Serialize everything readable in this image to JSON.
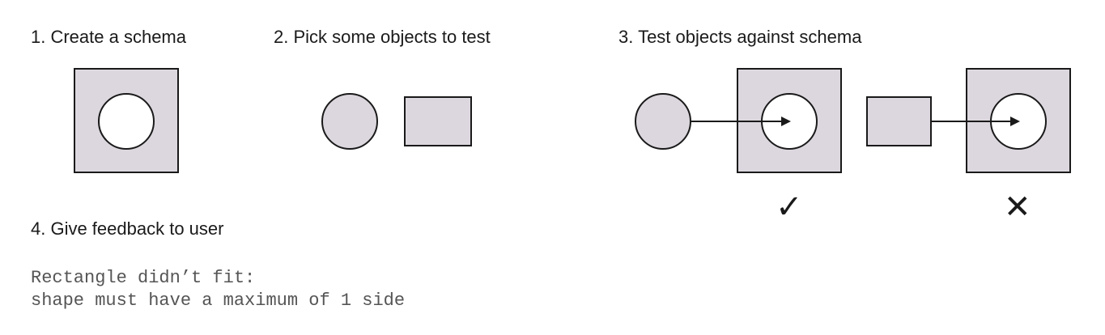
{
  "steps": {
    "create_schema": "1. Create a schema",
    "pick_objects": "2. Pick some objects to test",
    "test_objects": "3. Test objects against schema",
    "give_feedback": "4. Give feedback to user"
  },
  "feedback": {
    "line1": "Rectangle didn’t fit:",
    "line2": "shape must have a maximum of 1 side"
  },
  "results": {
    "pass_mark": "✓",
    "fail_mark": "✕"
  },
  "colors": {
    "shape_fill": "#dcd7de",
    "stroke": "#1a1a1a"
  }
}
